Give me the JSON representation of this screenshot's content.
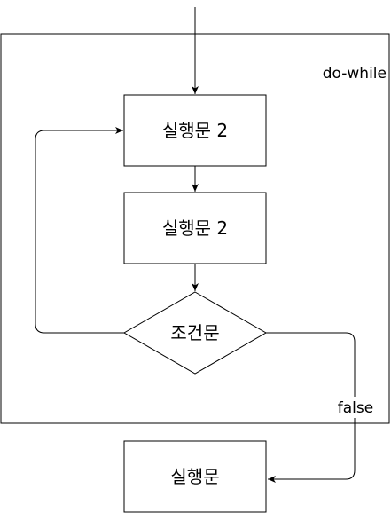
{
  "diagram": {
    "container_label": "do-while",
    "box1_label": "실행문 2",
    "box2_label": "실행문 2",
    "condition_label": "조건문",
    "false_label": "false",
    "box3_label": "실행문"
  },
  "colors": {
    "stroke": "#000000",
    "fill": "#ffffff"
  }
}
